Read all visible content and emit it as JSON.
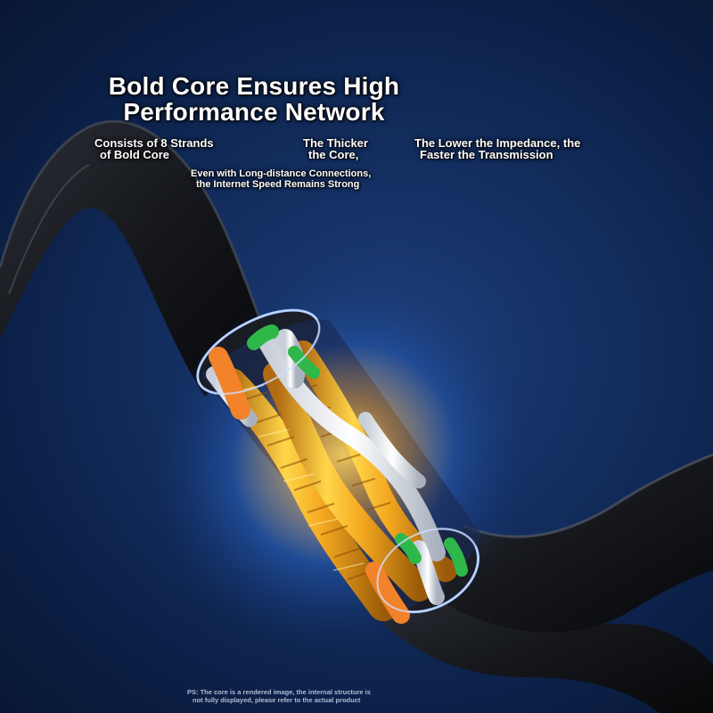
{
  "headline": {
    "line1": "Bold Core Ensures High",
    "line2": "Performance Network"
  },
  "features": {
    "strands": {
      "line1": "Consists of 8 Strands",
      "line2": "of Bold Core"
    },
    "thicker": {
      "line1": "The Thicker",
      "line2": "the Core,"
    },
    "impedance": {
      "line1": "The Lower the Impedance, the",
      "line2": "Faster the Transmission"
    },
    "distance": {
      "line1": "Even with Long-distance Connections,",
      "line2": "the Internet Speed Remains Strong"
    }
  },
  "footnote": {
    "line1": "PS: The core is a rendered image, the internal structure is",
    "line2": "not fully displayed, please refer to the actual product"
  },
  "colors": {
    "background": "#143063",
    "cable_jacket": "#15171c",
    "copper": "#f0b530",
    "wire_orange": "#f2832a",
    "wire_green": "#2fb84a",
    "wire_white": "#eef1f4",
    "glow": "#3f8dff"
  }
}
